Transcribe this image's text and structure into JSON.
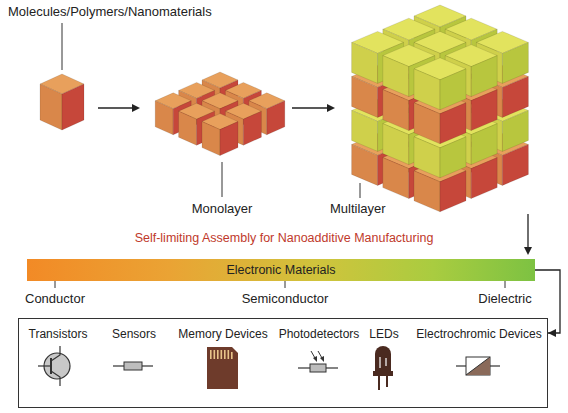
{
  "diagram": {
    "nodes": [
      {
        "text": [
          "Electronic Materials"
        ]
      },
      {
        "text": [
          "Transistors",
          "Sensors",
          "Memory Devices",
          "Photodetectors",
          "LEDs",
          "Electrochromic Devices"
        ]
      }
    ],
    "edges": [
      {
        "from": 0,
        "to": 1,
        "arrow": "to"
      }
    ],
    "labels": [
      "Molecules/Polymers/Nanomaterials",
      "Monolayer",
      "Multilayer",
      "Self-limiting Assembly for Nanoadditive Manufacturing",
      "Conductor",
      "Semiconductor",
      "Dielectric"
    ]
  }
}
